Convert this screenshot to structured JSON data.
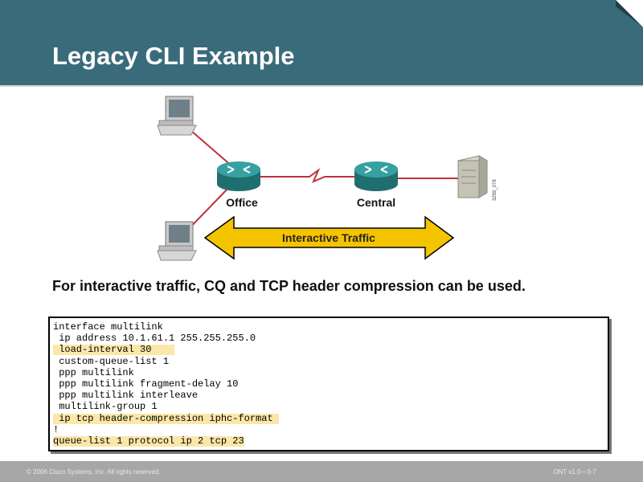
{
  "slide": {
    "title": "Legacy CLI Example",
    "caption": "For interactive traffic, CQ and TCP header compression can be used."
  },
  "diagram": {
    "nodes": {
      "office": "Office",
      "central": "Central"
    },
    "arrow_label": "Interactive Traffic",
    "figure_id": "3259_078"
  },
  "code": {
    "lines": [
      {
        "text": "interface multilink",
        "highlight": false
      },
      {
        "text": " ip address 10.1.61.1 255.255.255.0",
        "highlight": false
      },
      {
        "text": " load-interval 30    ",
        "highlight": true
      },
      {
        "text": " custom-queue-list 1",
        "highlight": false
      },
      {
        "text": " ppp multilink",
        "highlight": false
      },
      {
        "text": " ppp multilink fragment-delay 10",
        "highlight": false
      },
      {
        "text": " ppp multilink interleave",
        "highlight": false
      },
      {
        "text": " multilink-group 1",
        "highlight": false
      },
      {
        "text": " ip tcp header-compression iphc-format ",
        "highlight": true
      },
      {
        "text": "!",
        "highlight": false
      },
      {
        "text": "queue-list 1 protocol ip 2 tcp 23",
        "highlight": true
      }
    ]
  },
  "footer": {
    "copyright": "© 2006 Cisco Systems, Inc. All rights reserved.",
    "course": "ONT v1.0—3-7"
  },
  "colors": {
    "header": "#3a6b7b",
    "router": "#2e8a8a",
    "link": "#c0303a",
    "arrow": "#f5c400",
    "highlight": "#fbe7a8"
  }
}
